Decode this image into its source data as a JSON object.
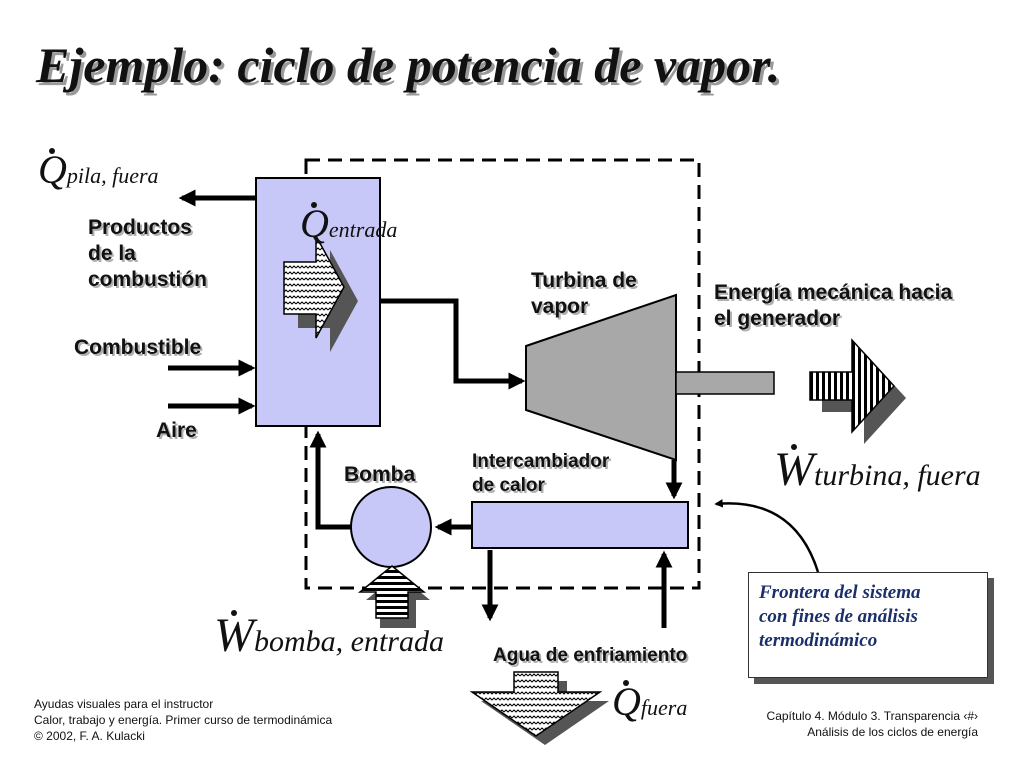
{
  "title": "Ejemplo:  ciclo de potencia de vapor.",
  "labels": {
    "productos": [
      "Productos",
      "de la",
      "combustión"
    ],
    "combustible": "Combustible",
    "aire": "Aire",
    "turbina": [
      "Turbina de",
      "vapor"
    ],
    "energia": [
      "Energía mecánica hacia",
      "el generador"
    ],
    "intercambiador": [
      "Intercambiador",
      "de calor"
    ],
    "bomba": "Bomba",
    "agua": "Agua de enfriamiento",
    "frontera": [
      "Frontera del sistema",
      "con fines de análisis",
      "termodinámico"
    ]
  },
  "equations": {
    "q_pila": {
      "symbol": "Q",
      "sub": "pila, fuera"
    },
    "q_entrada": {
      "symbol": "Q",
      "sub": "entrada"
    },
    "w_turbina": {
      "symbol": "W",
      "sub": "turbina, fuera"
    },
    "w_bomba": {
      "symbol": "W",
      "sub": "bomba, entrada"
    },
    "q_fuera": {
      "symbol": "Q",
      "sub": "fuera"
    }
  },
  "footer_left": [
    "Ayudas visuales para el instructor",
    "Calor, trabajo y energía.  Primer curso de termodinámica",
    "© 2002, F. A. Kulacki"
  ],
  "footer_right": [
    "Capítulo 4.  Módulo 3.  Transparencia ‹#›",
    "Análisis de los ciclos de energía"
  ],
  "colors": {
    "boiler": "#c8c8f8",
    "turbine": "#a8a8a8",
    "exchanger": "#c8c8f8",
    "pump": "#c8c8f8",
    "note_text": "#1a2f6b"
  }
}
